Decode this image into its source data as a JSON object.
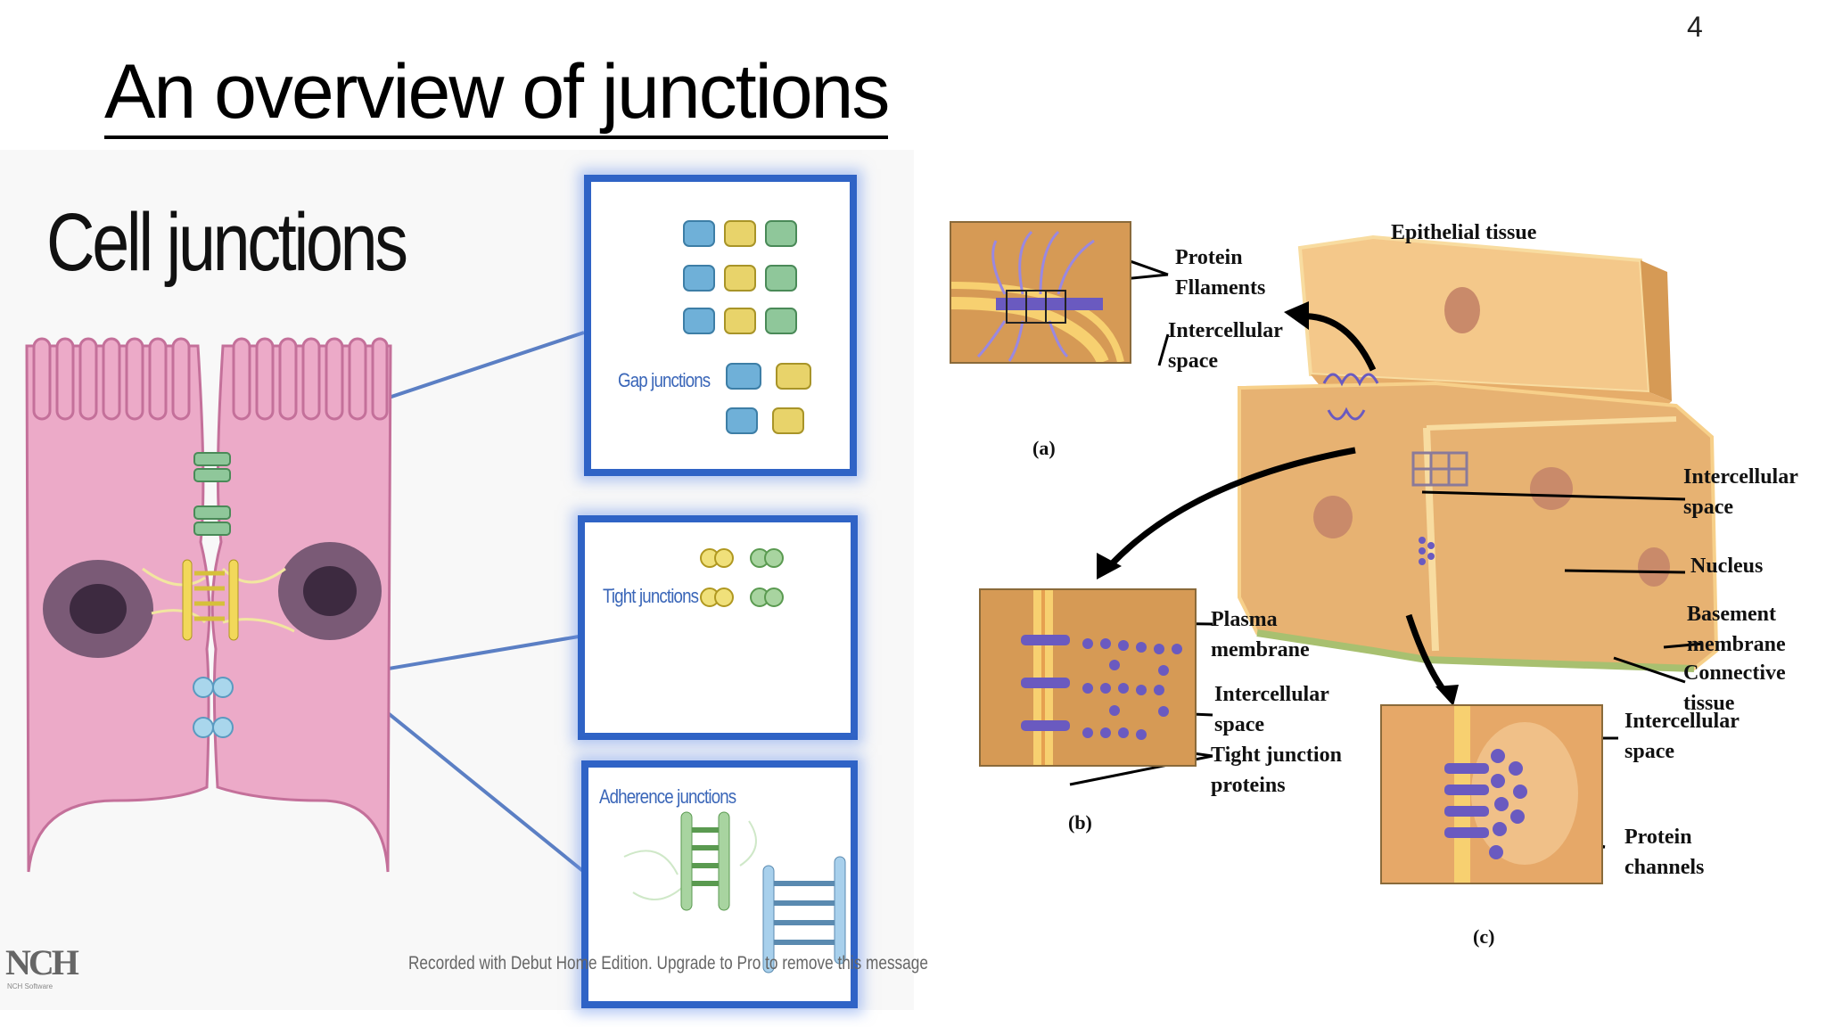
{
  "slide_number": "4",
  "title": "An overview of junctions",
  "left_image": {
    "heading": "Cell junctions",
    "boxes": {
      "gap": "Gap junctions",
      "tight": "Tight junctions",
      "adherence": "Adherence junctions"
    },
    "watermark": "Recorded with Debut Home Edition. Upgrade to Pro to remove this message",
    "logo": "NCH",
    "logo_sub": "NCH Software",
    "colors": {
      "cell_pink": "#ecaac8",
      "box_border": "#2f63c6",
      "gap_blue": "#6fb0d8",
      "gap_yellow": "#e8d36a",
      "gap_green": "#8fc79a"
    }
  },
  "right_figure": {
    "tissue_title": "Epithelial tissue",
    "panel_a": {
      "tag": "(a)",
      "labels": {
        "protein_filaments_1": "Protein",
        "protein_filaments_2": "Fllaments",
        "intercellular_1": "Intercellular",
        "intercellular_2": "space"
      }
    },
    "panel_b": {
      "tag": "(b)",
      "labels": {
        "plasma_1": "Plasma",
        "plasma_2": "membrane",
        "intercellular_1": "Intercellular",
        "intercellular_2": "space",
        "tight_1": "Tight junction",
        "tight_2": "proteins"
      }
    },
    "panel_c": {
      "tag": "(c)",
      "labels": {
        "intercellular_1": "Intercellular",
        "intercellular_2": "space",
        "channels_1": "Protein",
        "channels_2": "channels"
      }
    },
    "side_labels": {
      "intercellular_1": "Intercellular",
      "intercellular_2": "space",
      "nucleus": "Nucleus",
      "basement_1": "Basement",
      "basement_2": "membrane",
      "connective_1": "Connective",
      "connective_2": "tissue"
    },
    "colors": {
      "cell_tan": "#e7b272",
      "cell_edge": "#f7d08a",
      "protein_purple": "#5a4ab0",
      "nucleus": "#c98a6a"
    }
  }
}
